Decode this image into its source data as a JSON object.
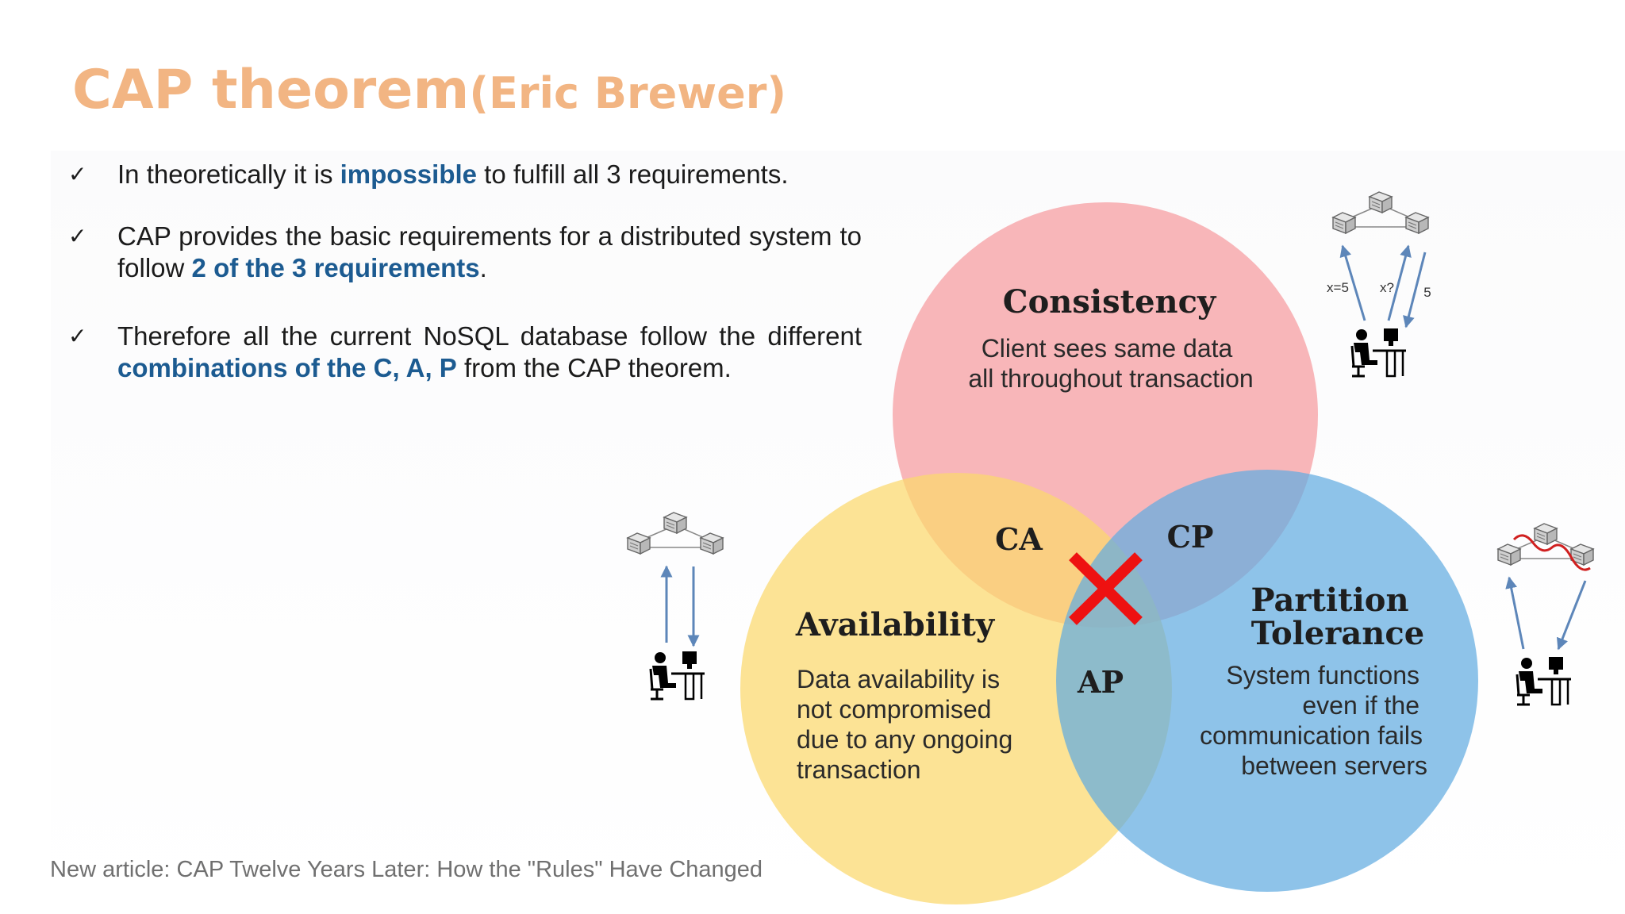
{
  "slide": {
    "title_main": "CAP theorem",
    "title_sub": "(Eric Brewer)",
    "bullets": [
      {
        "pre": "In theoretically it is ",
        "highlight": "impossible",
        "post": " to fulfill all 3 requirements."
      },
      {
        "pre": "CAP provides the basic requirements for a distributed system to follow ",
        "highlight": "2 of the 3 requirements",
        "post": "."
      },
      {
        "pre": "Therefore all the current NoSQL database follow the different ",
        "highlight": "combinations of the C, A, P",
        "post": " from the CAP theorem."
      }
    ],
    "footer": "New article: CAP Twelve Years Later: How the \"Rules\" Have Changed"
  },
  "diagram": {
    "consistency": {
      "title": "Consistency",
      "desc_line1": "Client sees same data",
      "desc_line2": "all throughout transaction"
    },
    "availability": {
      "title": "Availability",
      "desc_line1": "Data availability is",
      "desc_line2": "not compromised",
      "desc_line3": "due to any ongoing",
      "desc_line4": "transaction"
    },
    "partition": {
      "title_line1": "Partition",
      "title_line2": "Tolerance",
      "desc_line1": "System functions",
      "desc_line2": "even if the",
      "desc_line3": "communication fails",
      "desc_line4": "between servers"
    },
    "intersections": {
      "ca": "CA",
      "cp": "CP",
      "ap": "AP"
    },
    "arrow_labels": {
      "left": "x=5",
      "middle": "x?",
      "right": "5"
    }
  },
  "colors": {
    "title": "#f2b583",
    "highlight": "#1c5b91",
    "consistency": "#f7a9ad",
    "availability": "#fbd86c",
    "partition": "#62ace0",
    "cross": "#ee1111",
    "arrow": "#5d86b9"
  },
  "icons": [
    "checkmark-icon",
    "server-network-icon",
    "user-workstation-icon",
    "x-mark-icon"
  ]
}
